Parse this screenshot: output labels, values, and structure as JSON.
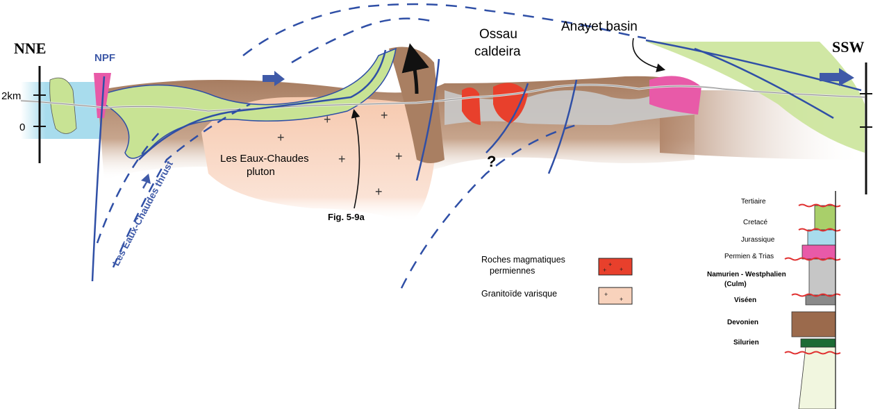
{
  "cross_section": {
    "left_end_label": "NNE",
    "right_end_label": "SSW",
    "scale_ticks": [
      "2km",
      "0"
    ],
    "fault_labels": {
      "npf": "NPF",
      "thrust": "Les Eaux-Chaudes thrust"
    },
    "unit_labels": {
      "pluton_line1": "Les Eaux-Chaudes",
      "pluton_line2": "pluton",
      "caldeira_line1": "Ossau",
      "caldeira_line2": "caldeira",
      "basin": "Anayet basin",
      "figure_ref": "Fig. 5-9a",
      "unknown": "?"
    }
  },
  "legend": {
    "items": [
      {
        "line1": "Roches magmatiques",
        "line2": "permiennes",
        "color": "#e8402c"
      },
      {
        "line1": "Granitoïde varisque",
        "line2": "",
        "color": "#f8d2bc"
      }
    ]
  },
  "stratigraphic_column": {
    "labels": [
      "Tertiaire",
      "Cretacé",
      "Jurassique",
      "Permien & Trias"
    ],
    "bold_labels": [
      "Namurien - Westphalien",
      "(Culm)",
      "Viséen",
      "Devonien",
      "Silurien"
    ]
  },
  "colors": {
    "fault_blue": "#2f4fa6",
    "cretaceous_green": "#c8e394",
    "jurassic_blue": "#a8dced",
    "paleozoic_brown": "#b08468",
    "granite": "#f8d2bc",
    "permian_red": "#e8402c",
    "trias_pink": "#e85aa8",
    "culm_grey": "#c6c6c6"
  }
}
